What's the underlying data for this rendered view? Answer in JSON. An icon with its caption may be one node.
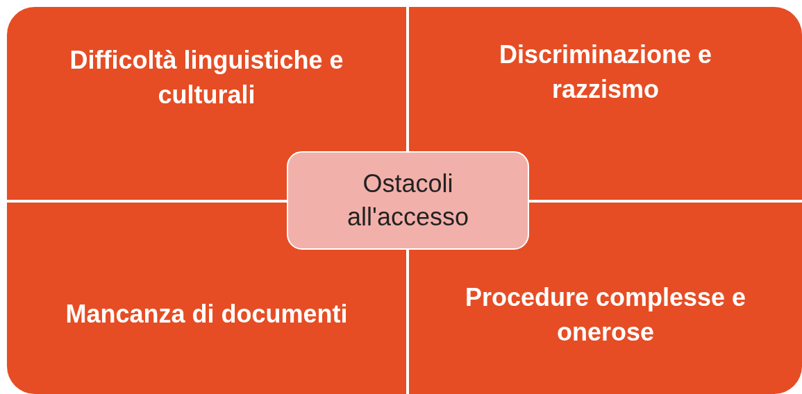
{
  "diagram": {
    "nodes": [
      {
        "text": [
          "Difficoltà linguistiche e culturali"
        ]
      },
      {
        "text": [
          "Discriminazione e razzismo"
        ]
      },
      {
        "text": [
          "Ostacoli all'accesso"
        ]
      },
      {
        "text": [
          "Mancanza di documenti"
        ]
      },
      {
        "text": [
          "Procedure complesse e onerose"
        ]
      }
    ],
    "edges": []
  }
}
